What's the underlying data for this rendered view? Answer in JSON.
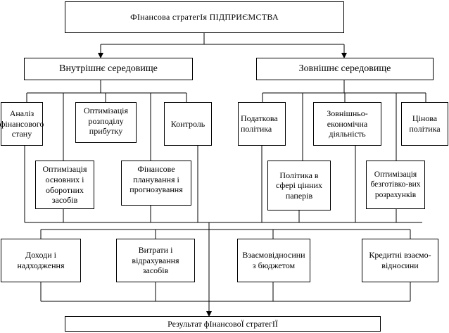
{
  "top": "ФІнансова стратегІя ПІДПРИЄМСТВА",
  "internal": {
    "title": "Внутрішнє середовище",
    "items": [
      "Аналіз фінансового стану",
      "Оптимізація розподілу прибутку",
      "Контроль",
      "Оптимізація основних і оборотних засобів",
      "Фінансове планування і прогнозування"
    ]
  },
  "external": {
    "title": "Зовнішнє середовище",
    "items": [
      "Податкова політика",
      "Зовнішньо-економічна діяльність",
      "Цінова політика",
      "Політика в сфері цінних паперів",
      "Оптимізація безготівко-вих розрахунків"
    ]
  },
  "outputs": [
    "Доходи і надходження",
    "Витрати і відрахування засобів",
    "Взаємовідносини з бюджетом",
    "Кредитні взаємо-відносини"
  ],
  "result": "Результат фІнансовоЇ стратегІЇ"
}
